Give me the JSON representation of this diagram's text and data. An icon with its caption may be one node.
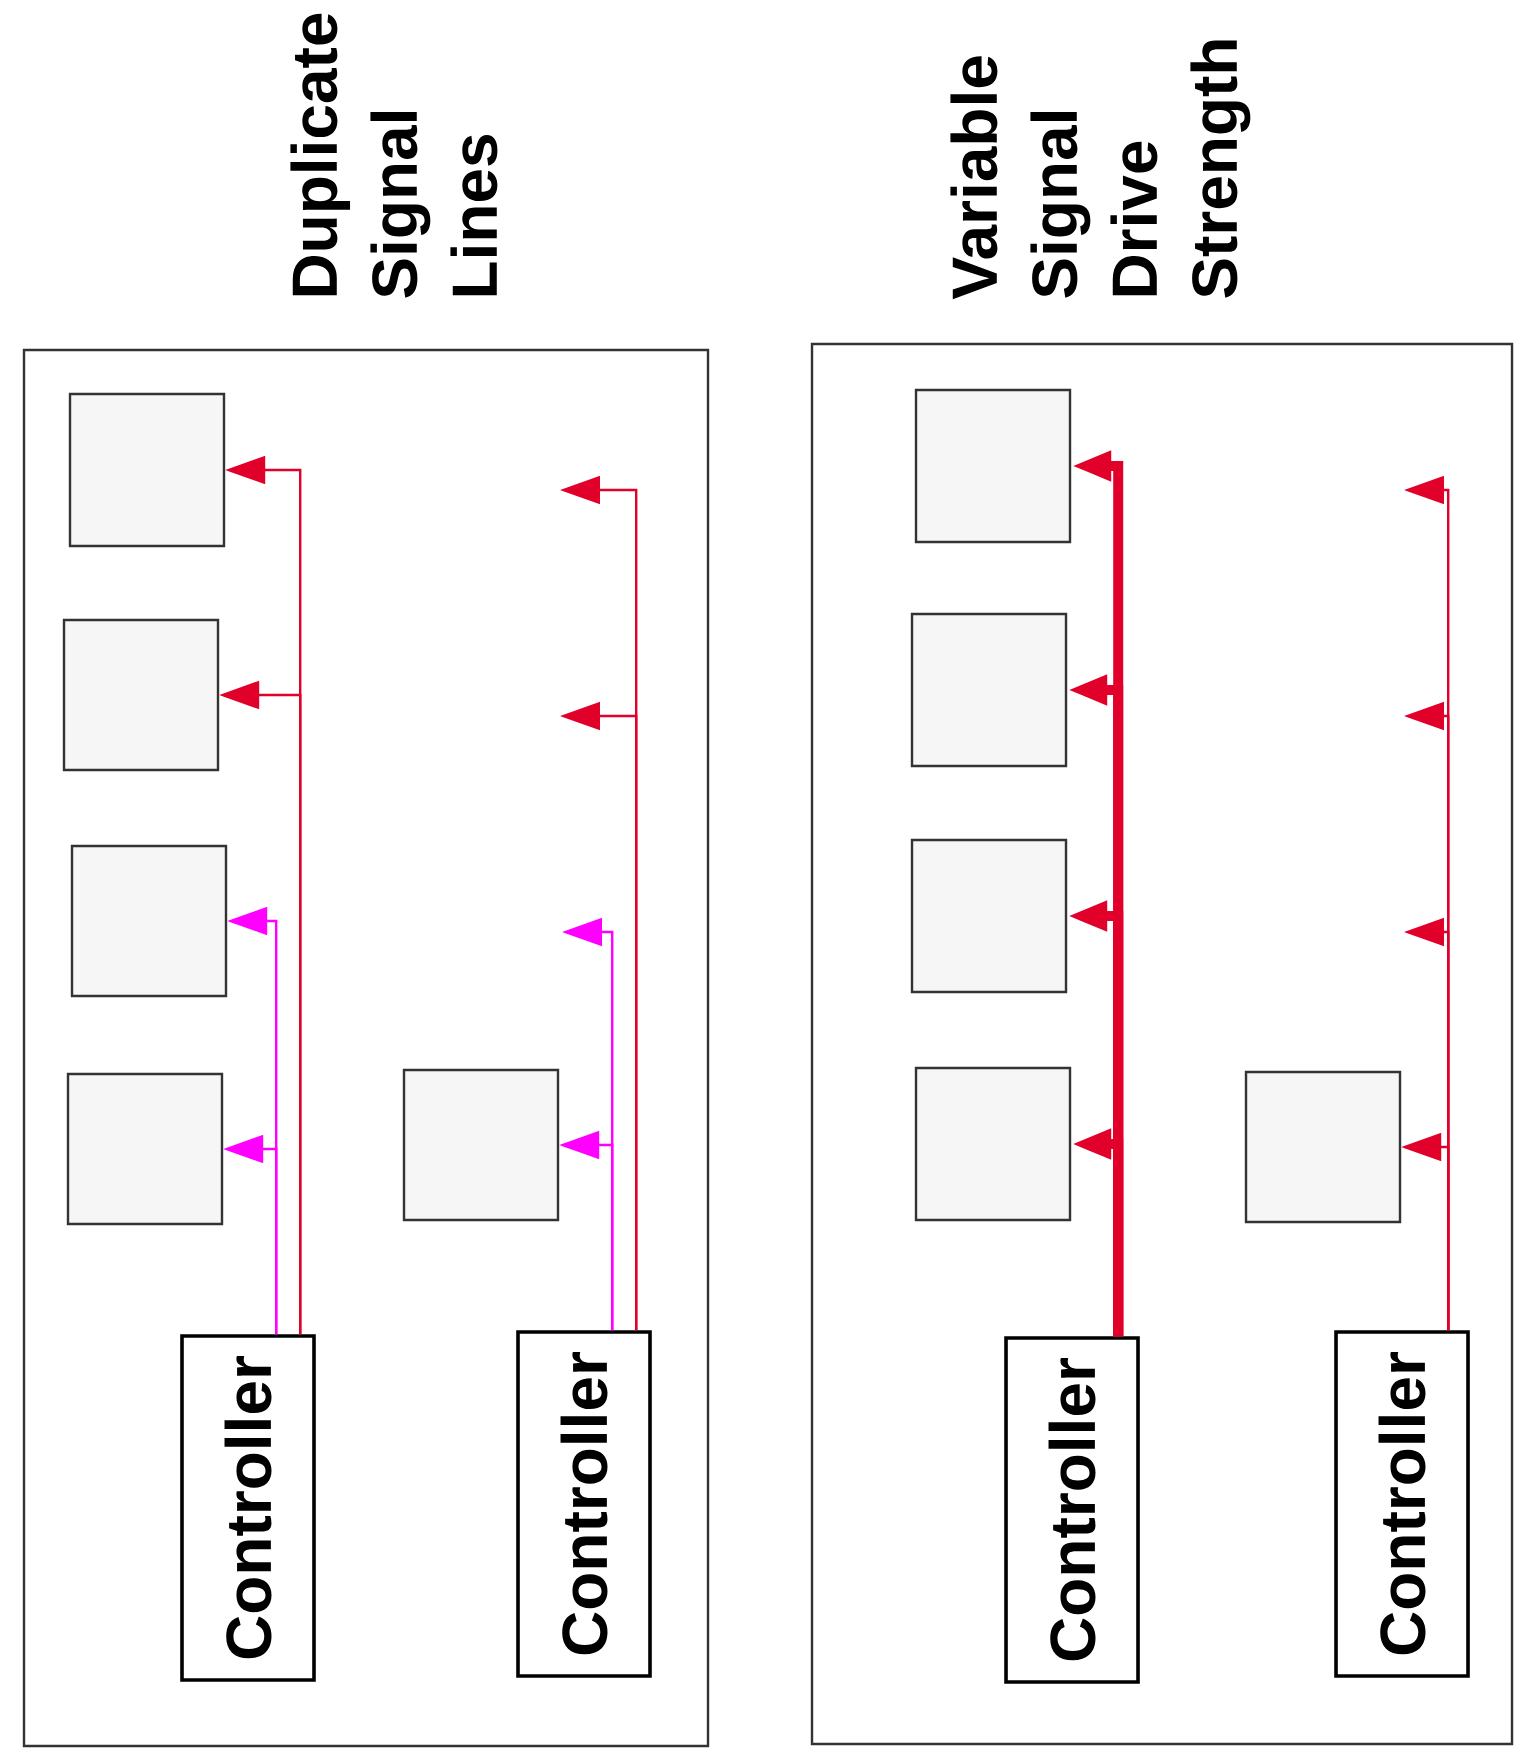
{
  "diagram": {
    "nodes": [
      {
        "text": [
          "Duplicate Signal Lines"
        ]
      },
      {
        "text": [],
        "shape": "box",
        "in": 0
      },
      {
        "text": [],
        "shape": "box",
        "in": 0
      },
      {
        "text": [],
        "shape": "box",
        "in": 0
      },
      {
        "text": [],
        "shape": "box",
        "in": 0
      },
      {
        "text": [],
        "shape": "box",
        "in": 0
      },
      {
        "text": [
          "Controller"
        ],
        "in": 0
      },
      {
        "text": [
          "Controller"
        ],
        "in": 0
      },
      {
        "text": [
          "Variable Signal Drive Strength"
        ]
      },
      {
        "text": [],
        "shape": "box",
        "in": 8
      },
      {
        "text": [],
        "shape": "box",
        "in": 8
      },
      {
        "text": [],
        "shape": "box",
        "in": 8
      },
      {
        "text": [],
        "shape": "box",
        "in": 8
      },
      {
        "text": [],
        "shape": "box",
        "in": 8
      },
      {
        "text": [
          "Controller"
        ],
        "in": 8
      },
      {
        "text": [
          "Controller"
        ],
        "in": 8
      }
    ],
    "edges": [
      {
        "from": 6,
        "to": 1,
        "arrow": "to"
      },
      {
        "from": 6,
        "to": 2,
        "arrow": "to"
      },
      {
        "from": 6,
        "to": 3,
        "arrow": "to",
        "color": "#ff00ff"
      },
      {
        "from": 6,
        "to": 4,
        "arrow": "to",
        "color": "#ff00ff"
      },
      {
        "from": 7,
        "to": null,
        "arrow": "to"
      },
      {
        "from": 7,
        "to": null,
        "arrow": "to"
      },
      {
        "from": 7,
        "to": null,
        "arrow": "to",
        "color": "#ff00ff"
      },
      {
        "from": 7,
        "to": 5,
        "arrow": "to",
        "color": "#ff00ff"
      },
      {
        "from": 14,
        "to": 9,
        "arrow": "to",
        "style": "thick"
      },
      {
        "from": 14,
        "to": 10,
        "arrow": "to",
        "style": "thick"
      },
      {
        "from": 14,
        "to": 11,
        "arrow": "to",
        "style": "thick"
      },
      {
        "from": 14,
        "to": 12,
        "arrow": "to",
        "style": "thick"
      },
      {
        "from": 15,
        "to": null,
        "arrow": "to"
      },
      {
        "from": 15,
        "to": null,
        "arrow": "to"
      },
      {
        "from": 15,
        "to": null,
        "arrow": "to"
      },
      {
        "from": 15,
        "to": 13,
        "arrow": "to"
      }
    ]
  }
}
